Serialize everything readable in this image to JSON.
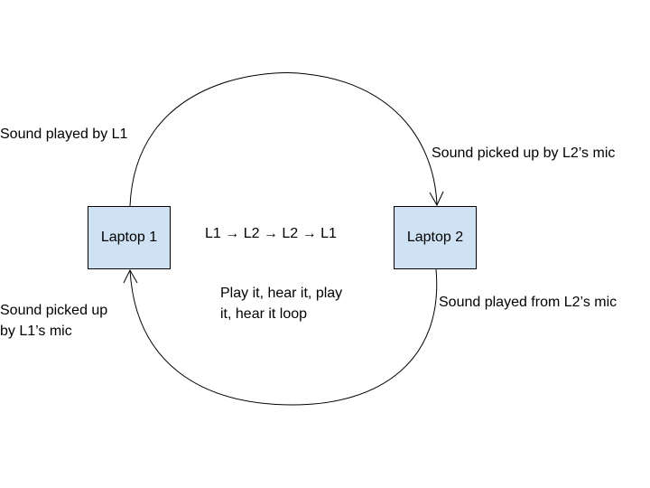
{
  "nodes": {
    "laptop1": "Laptop 1",
    "laptop2": "Laptop 2"
  },
  "labels": {
    "sound_played_l1": "Sound played by L1",
    "sound_picked_l2": "Sound picked up by L2’s mic",
    "sound_played_l2": "Sound played from L2’s mic",
    "sound_picked_l1_line1": "Sound picked up",
    "sound_picked_l1_line2": "by L1’s mic",
    "sequence": "L1 → L2 → L2 → L1",
    "loop_line1": "Play it, hear it, play",
    "loop_line2": "it, hear it loop"
  },
  "colors": {
    "box_fill": "#cfe2f3",
    "stroke": "#000000",
    "background": "#ffffff"
  }
}
